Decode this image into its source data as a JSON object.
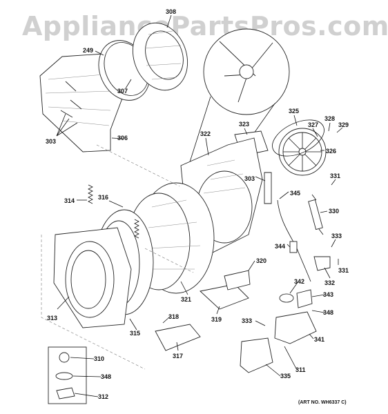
{
  "watermark": "AppliancePartsPros.com",
  "art_number": "(ART NO. WH6337 C)",
  "callouts": [
    {
      "id": "c308",
      "text": "308"
    },
    {
      "id": "c249",
      "text": "249"
    },
    {
      "id": "c307",
      "text": "307"
    },
    {
      "id": "c303a",
      "text": "303"
    },
    {
      "id": "c306",
      "text": "306"
    },
    {
      "id": "c322",
      "text": "322"
    },
    {
      "id": "c323",
      "text": "323"
    },
    {
      "id": "c303b",
      "text": "303"
    },
    {
      "id": "c325",
      "text": "325"
    },
    {
      "id": "c327",
      "text": "327"
    },
    {
      "id": "c328",
      "text": "328"
    },
    {
      "id": "c329",
      "text": "329"
    },
    {
      "id": "c326",
      "text": "326"
    },
    {
      "id": "c331a",
      "text": "331"
    },
    {
      "id": "c314",
      "text": "314"
    },
    {
      "id": "c316",
      "text": "316"
    },
    {
      "id": "c345",
      "text": "345"
    },
    {
      "id": "c330",
      "text": "330"
    },
    {
      "id": "c333a",
      "text": "333"
    },
    {
      "id": "c344",
      "text": "344"
    },
    {
      "id": "c320",
      "text": "320"
    },
    {
      "id": "c332",
      "text": "332"
    },
    {
      "id": "c331b",
      "text": "331"
    },
    {
      "id": "c342",
      "text": "342"
    },
    {
      "id": "c343",
      "text": "343"
    },
    {
      "id": "c321",
      "text": "321"
    },
    {
      "id": "c313",
      "text": "313"
    },
    {
      "id": "c319",
      "text": "319"
    },
    {
      "id": "c348a",
      "text": "348"
    },
    {
      "id": "c318",
      "text": "318"
    },
    {
      "id": "c333b",
      "text": "333"
    },
    {
      "id": "c315",
      "text": "315"
    },
    {
      "id": "c341",
      "text": "341"
    },
    {
      "id": "c317",
      "text": "317"
    },
    {
      "id": "c310",
      "text": "310"
    },
    {
      "id": "c311",
      "text": "311"
    },
    {
      "id": "c348b",
      "text": "348"
    },
    {
      "id": "c335",
      "text": "335"
    },
    {
      "id": "c312",
      "text": "312"
    }
  ]
}
